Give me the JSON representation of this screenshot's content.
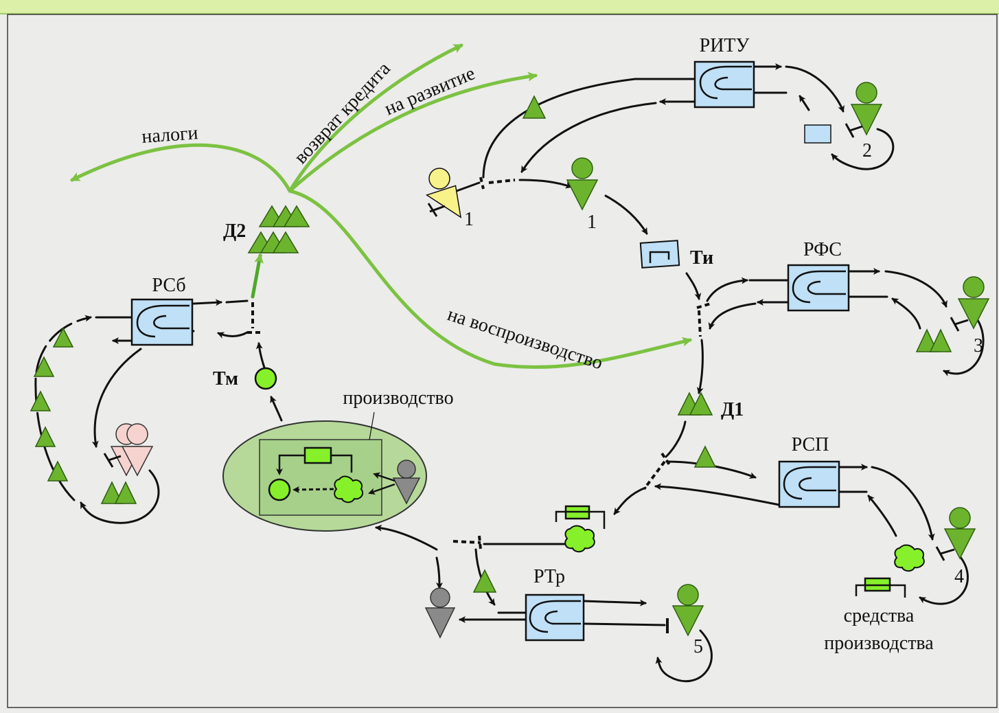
{
  "colors": {
    "background": "#ececea",
    "frame_border": "#3a3a3a",
    "top_bar": "#dcf0a8",
    "green_flow": "#7cc242",
    "green_triangle": "#6cb42e",
    "market_box": "#bfe0f6",
    "agent_green": "#6cb42e",
    "agent_yellow": "#f8f28a",
    "agent_pink": "#f6d3cf",
    "agent_gray": "#8a8a8a",
    "lime": "#86f02a",
    "production_ellipse": "#b6d99a"
  },
  "labels": {
    "ritu": "РИТУ",
    "rfs": "РФС",
    "rsp": "РСП",
    "rtr": "РТр",
    "rsb": "РСб",
    "d1": "Д1",
    "d2": "Д2",
    "ti": "Ти",
    "tm": "Тм",
    "production": "производство",
    "means_line1": "средства",
    "means_line2": "производства",
    "taxes": "налоги",
    "loan_return": "возврат кредита",
    "development": "на развитие",
    "reproduction": "на воспроизводство",
    "n1a": "1",
    "n1b": "1",
    "n2": "2",
    "n3": "3",
    "n4": "4",
    "n5": "5"
  }
}
